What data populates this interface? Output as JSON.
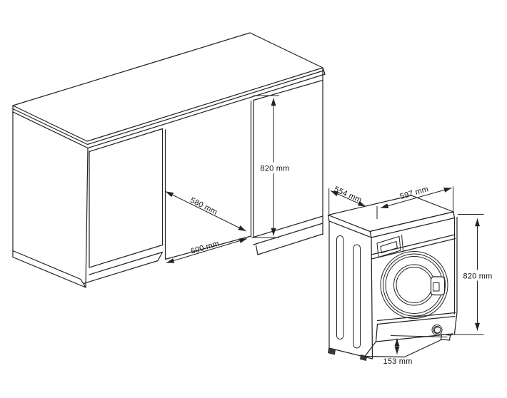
{
  "cabinet_dimensions": {
    "niche_height": "820 mm",
    "niche_depth": "580 mm",
    "niche_width": "600 mm"
  },
  "machine_dimensions": {
    "depth": "554 mm",
    "width": "597 mm",
    "height": "820 mm",
    "plinth_height": "153 mm"
  },
  "colors": {
    "line": "#222222",
    "background": "#ffffff",
    "label_text": "#111111"
  }
}
